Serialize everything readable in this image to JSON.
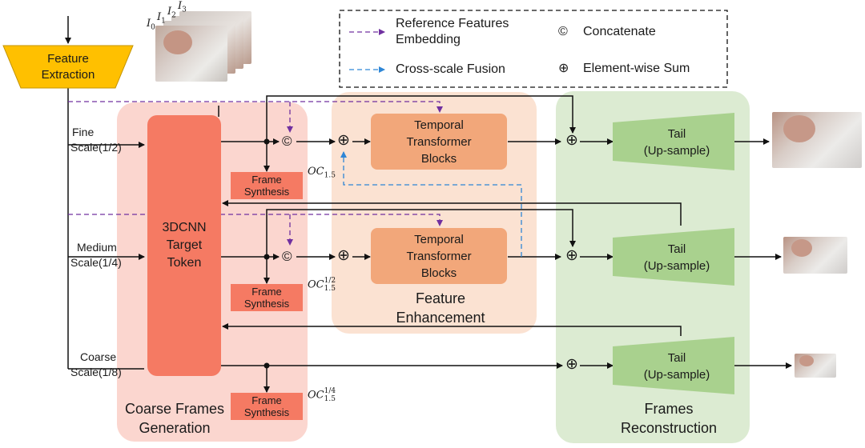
{
  "colors": {
    "coarse_region": "#fbd6cf",
    "enhance_region": "#fbe2d2",
    "recon_region": "#dcebd2",
    "cnn_box": "#f57a63",
    "synth_box": "#f57a63",
    "transformer_box": "#f2a77a",
    "tail_box": "#a9d18e",
    "feature_extraction": "#ffc000",
    "ref_arrow": "#7030a0",
    "fusion_arrow": "#2e86d6"
  },
  "legend": {
    "reference_features": "Reference Features Embedding",
    "reference_line1": "Reference Features",
    "reference_line2": "Embedding",
    "cross_scale": "Cross-scale Fusion",
    "concatenate_symbol": "©",
    "concatenate": "Concatenate",
    "sum_symbol": "⊕",
    "elementwise_sum": "Element-wise Sum"
  },
  "input": {
    "frames_labels": [
      "I",
      "I",
      "I",
      "I"
    ],
    "frames_subs": [
      "0",
      "1",
      "2",
      "3"
    ],
    "feature_extraction_line1": "Feature",
    "feature_extraction_line2": "Extraction"
  },
  "scales": {
    "fine_line1": "Fine",
    "fine_line2": "Scale(1/2)",
    "medium_line1": "Medium",
    "medium_line2": "Scale(1/4)",
    "coarse_line1": "Coarse",
    "coarse_line2": "Scale(1/8)"
  },
  "coarse_generation": {
    "cnn_line1": "3DCNN",
    "cnn_line2": "Target",
    "cnn_line3": "Token",
    "frame_synthesis_line1": "Frame",
    "frame_synthesis_line2": "Synthesis",
    "title_line1": "Coarse Frames",
    "title_line2": "Generation",
    "oc_base": "OC",
    "oc_sub": "1.5",
    "oc_sup_medium": "1/2",
    "oc_sup_coarse": "1/4"
  },
  "feature_enhancement": {
    "transformer_line1": "Temporal",
    "transformer_line2": "Transformer",
    "transformer_line3": "Blocks",
    "title_line1": "Feature",
    "title_line2": "Enhancement"
  },
  "reconstruction": {
    "tail_line1": "Tail",
    "tail_line2": "(Up-sample)",
    "title_line1": "Frames",
    "title_line2": "Reconstruction"
  },
  "symbols": {
    "concat": "©",
    "sum": "⊕"
  }
}
